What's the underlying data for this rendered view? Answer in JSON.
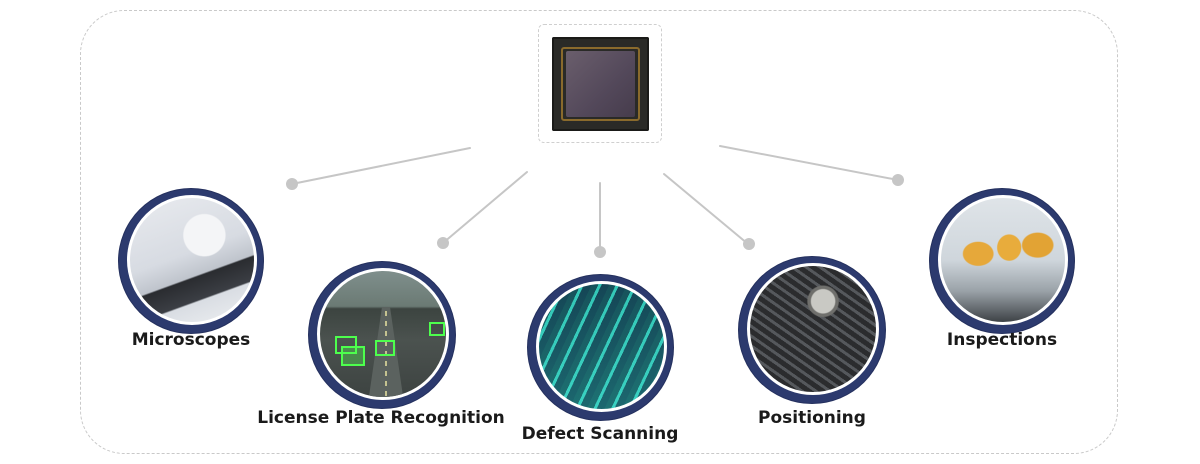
{
  "sensor": {
    "icon": "image-sensor-chip-icon"
  },
  "applications": [
    {
      "id": "microscopes",
      "label": "Microscopes",
      "image": "microscope-photo"
    },
    {
      "id": "license-plate-recognition",
      "label": "License Plate Recognition",
      "image": "highway-traffic-photo"
    },
    {
      "id": "defect-scanning",
      "label": "Defect Scanning",
      "image": "defect-scan-photo"
    },
    {
      "id": "positioning",
      "label": "Positioning",
      "image": "circuit-board-photo"
    },
    {
      "id": "inspections",
      "label": "Inspections",
      "image": "bottle-production-line-photo"
    }
  ],
  "colors": {
    "node_ring": "#2c3a6e",
    "connector": "#c6c6c6",
    "frame_border": "#c9c9c9",
    "label_text": "#1a1a1a"
  }
}
